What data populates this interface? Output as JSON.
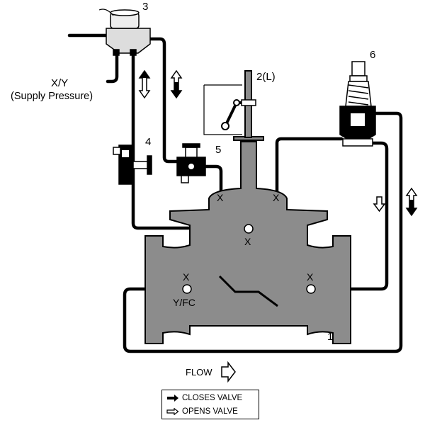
{
  "labels": {
    "component_3": "3",
    "component_6": "6",
    "component_2": "2(L)",
    "component_4": "4",
    "component_5": "5",
    "component_1": "1",
    "supply_line1": "X/Y",
    "supply_line2": "(Supply Pressure)",
    "port_x_cover_left": "X",
    "port_x_cover_right": "X",
    "port_x_body_center": "X",
    "port_x_body_left": "X",
    "port_x_body_right": "X",
    "port_yfc": "Y/FC",
    "flow": "FLOW"
  },
  "legend": {
    "closes": "CLOSES VALVE",
    "opens": "OPENS VALVE"
  },
  "colors": {
    "valve_body": "#8c8c8c",
    "pipe": "#000000",
    "background": "#ffffff"
  },
  "icons": {
    "closes_arrow": "solid-black-arrow",
    "opens_arrow": "hollow-outline-arrow",
    "bidirectional_arrow": "double-headed-arrow"
  }
}
